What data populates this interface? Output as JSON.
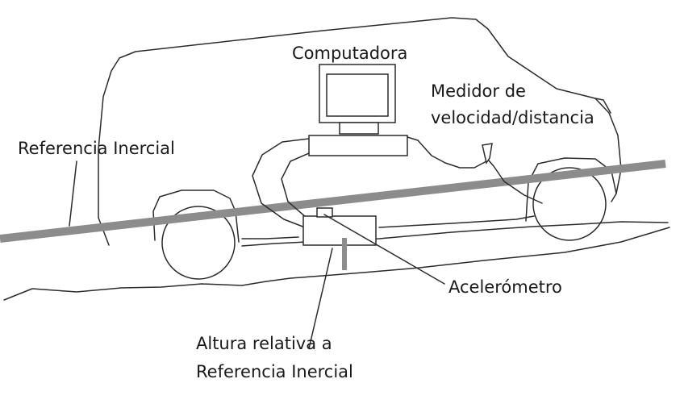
{
  "labels": {
    "computer": "Computadora",
    "speed_line1": "Medidor de",
    "speed_line2": "velocidad/distancia",
    "inertial_reference": "Referencia Inercial",
    "accelerometer": "Acelerómetro",
    "height_line1": "Altura relativa a",
    "height_line2": "Referencia Inercial"
  },
  "colors": {
    "reference_beam": "#8c8c8c",
    "line": "#2b2b2b",
    "text": "#1a1a1a"
  }
}
